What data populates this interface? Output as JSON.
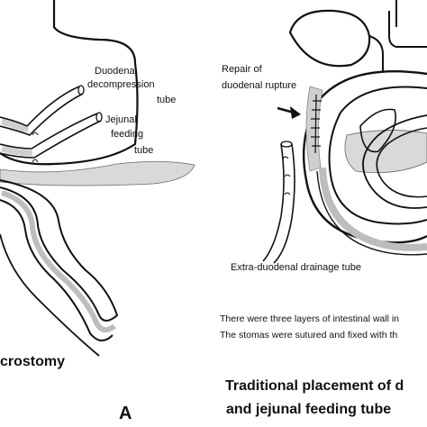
{
  "labels": {
    "duodenal_decompression": [
      "Duodenal",
      "decompression",
      "tube"
    ],
    "jejunal_feeding": [
      "Jejunal",
      "feeding",
      "tube"
    ],
    "repair": [
      "Repair of",
      "duodenal rupture"
    ],
    "drainage": "Extra-duodenal drainage tube"
  },
  "notes": [
    "There were three layers of intestinal wall in",
    "The stomas were sutured and fixed with th"
  ],
  "captions": {
    "left": "crostomy",
    "right_line1": "Traditional placement of d",
    "right_line2": "and jejunal feeding tube"
  },
  "panel_label": "A",
  "colors": {
    "line": "#111111",
    "fill": "#d9d9d9",
    "background": "#ffffff"
  }
}
